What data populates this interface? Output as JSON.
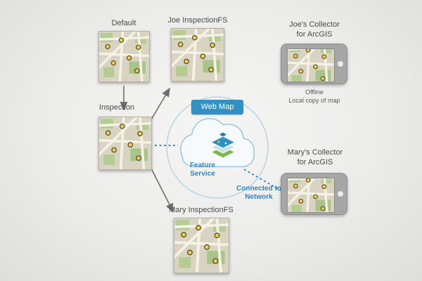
{
  "diagram": {
    "maps": {
      "default_label": "Default",
      "joe_fs_label": "Joe InspectionFS",
      "inspection_label": "Inspection",
      "mary_fs_label": "Mary InspectionFS"
    },
    "cloud": {
      "web_map_label": "Web Map",
      "feature_service_label": "Feature Service"
    },
    "connections": {
      "connected_label": "Connected to Network"
    },
    "joe_collector": {
      "title": "Joe's Collector\nfor ArcGIS",
      "status_line1": "Offline",
      "status_line2": "Local copy of map"
    },
    "mary_collector": {
      "title": "Mary's Collector\nfor ArcGIS"
    },
    "colors": {
      "accent_blue": "#3191c1",
      "text_gray": "#4a4a4a",
      "connection_blue": "#2a7fc0",
      "arrow_gray": "#6e6e6e",
      "poi_yellow": "#fbd23c",
      "layer_green": "#7cb850"
    }
  }
}
